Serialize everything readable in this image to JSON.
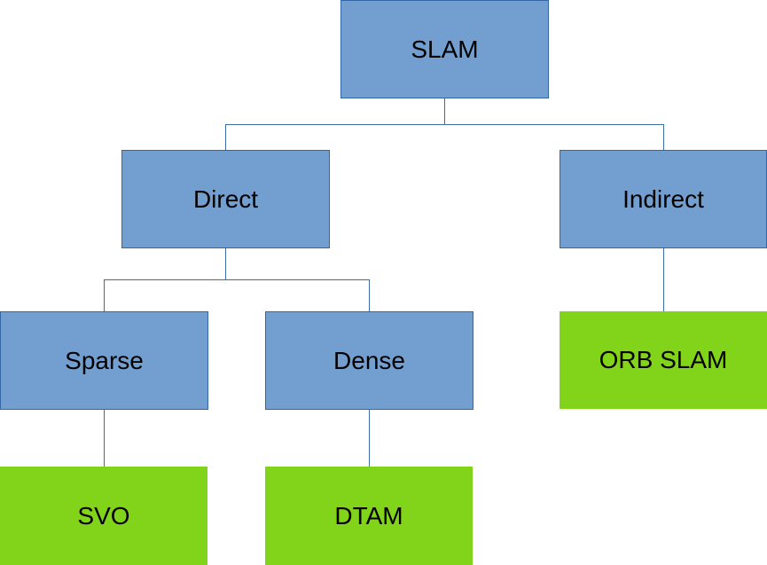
{
  "colors": {
    "category_fill": "#729fcf",
    "method_fill": "#81d41a",
    "connector": "#3b6ea5"
  },
  "nodes": {
    "slam": "SLAM",
    "direct": "Direct",
    "indirect": "Indirect",
    "sparse": "Sparse",
    "dense": "Dense",
    "orb_slam": "ORB SLAM",
    "svo": "SVO",
    "dtam": "DTAM"
  }
}
